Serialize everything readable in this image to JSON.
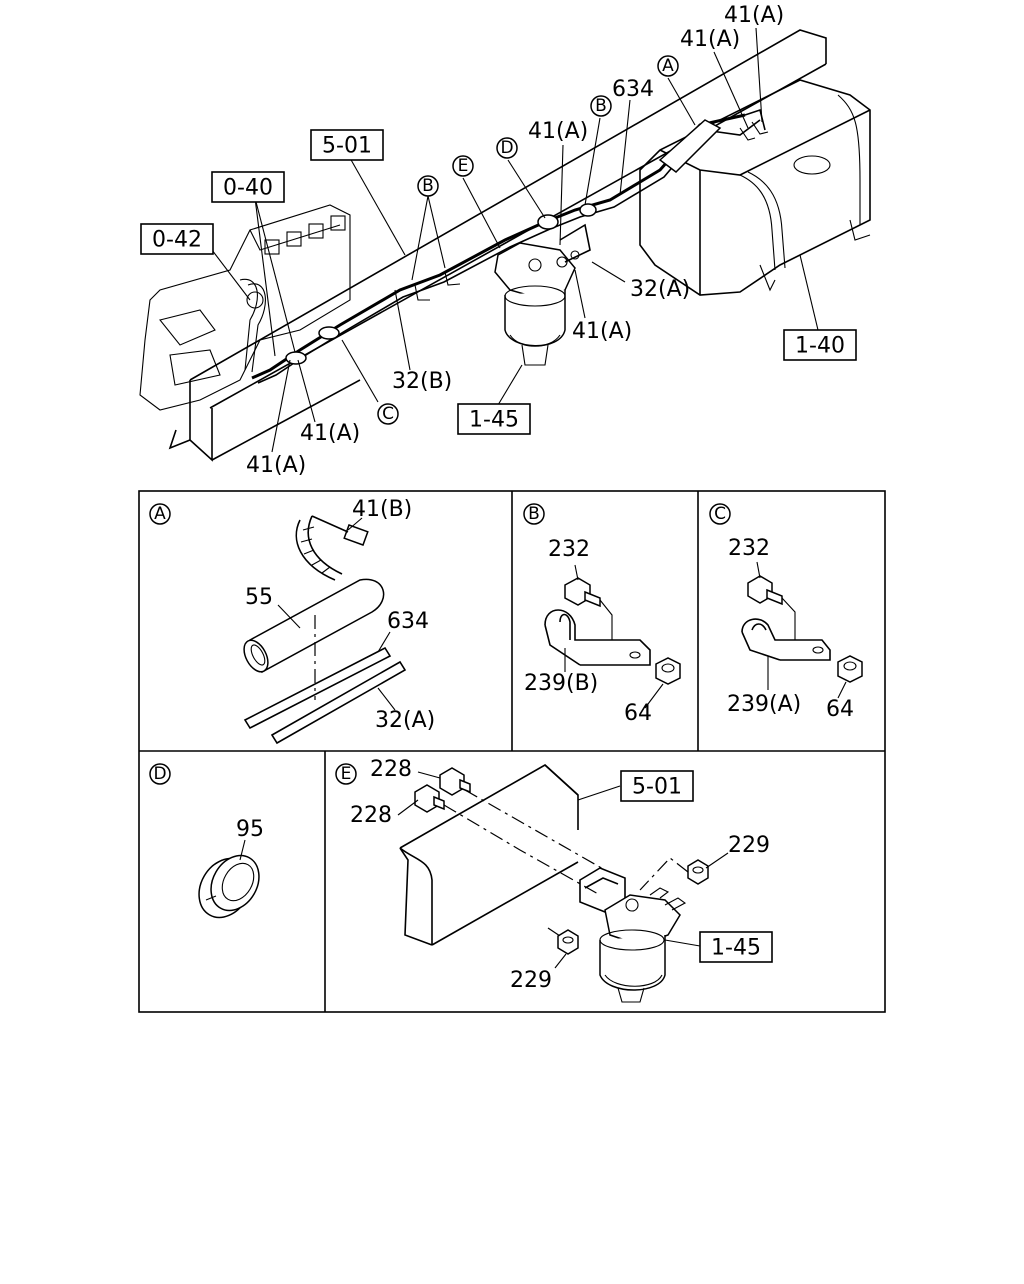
{
  "overview": {
    "refs": {
      "r501": "5-01",
      "r040": "0-40",
      "r042": "0-42",
      "r140": "1-40",
      "r145": "1-45"
    },
    "labels": {
      "l41a_top1": "41(A)",
      "l41a_top2": "41(A)",
      "l634": "634",
      "l41a_mid": "41(A)",
      "l32a": "32(A)",
      "l41a_right": "41(A)",
      "l32b": "32(B)",
      "l41a_left1": "41(A)",
      "l41a_left2": "41(A)"
    },
    "callouts": {
      "cA": "A",
      "cB1": "B",
      "cB2": "B",
      "cC": "C",
      "cD": "D",
      "cE": "E"
    }
  },
  "panels": {
    "A": {
      "tag": "A",
      "labels": {
        "clamp": "41(B)",
        "sleeve": "55",
        "pipe_upper": "634",
        "pipe_lower": "32(A)"
      }
    },
    "B": {
      "tag": "B",
      "labels": {
        "bolt": "232",
        "bracket": "239(B)",
        "nut": "64"
      }
    },
    "C": {
      "tag": "C",
      "labels": {
        "bolt": "232",
        "bracket": "239(A)",
        "nut": "64"
      }
    },
    "D": {
      "tag": "D",
      "labels": {
        "grommet": "95"
      }
    },
    "E": {
      "tag": "E",
      "labels": {
        "bolt1": "228",
        "bolt2": "228",
        "nut_right": "229",
        "nut_left": "229",
        "ref_frame": "5-01",
        "ref_filter": "1-45"
      }
    }
  }
}
